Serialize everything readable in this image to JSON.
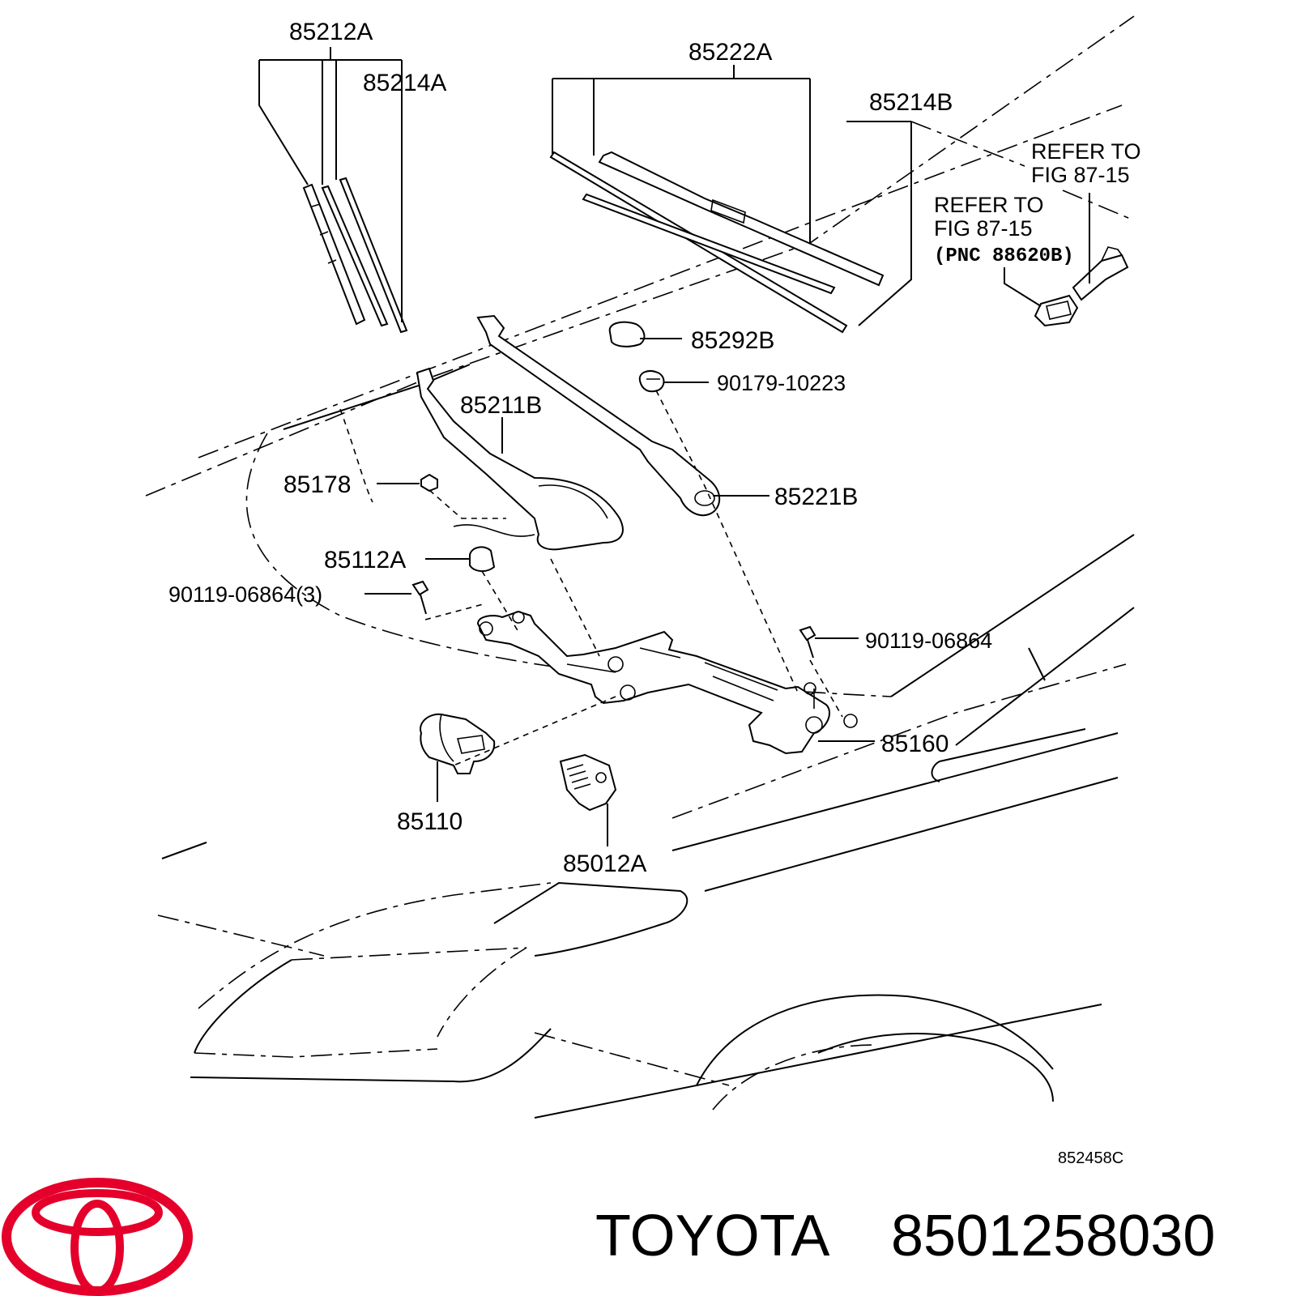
{
  "labels": {
    "p85212A": "85212A",
    "p85214A": "85214A",
    "p85222A": "85222A",
    "p85214B": "85214B",
    "p85292B": "85292B",
    "p90179": "90179-10223",
    "p85211B": "85211B",
    "p85221B": "85221B",
    "p85178": "85178",
    "p85112A": "85112A",
    "p90119a": "90119-06864(3)",
    "p90119b": "90119-06864",
    "p85160": "85160",
    "p85110": "85110",
    "p85012A": "85012A"
  },
  "refer1": {
    "line1": "REFER TO",
    "line2": "FIG 87-15"
  },
  "refer2": {
    "line1": "REFER TO",
    "line2": "FIG 87-15",
    "pnc": "(PNC 88620B)"
  },
  "figure_code": "852458C",
  "brand": {
    "name": "TOYOTA",
    "part_number": "8501258030",
    "logo_color": "#e4002b"
  }
}
